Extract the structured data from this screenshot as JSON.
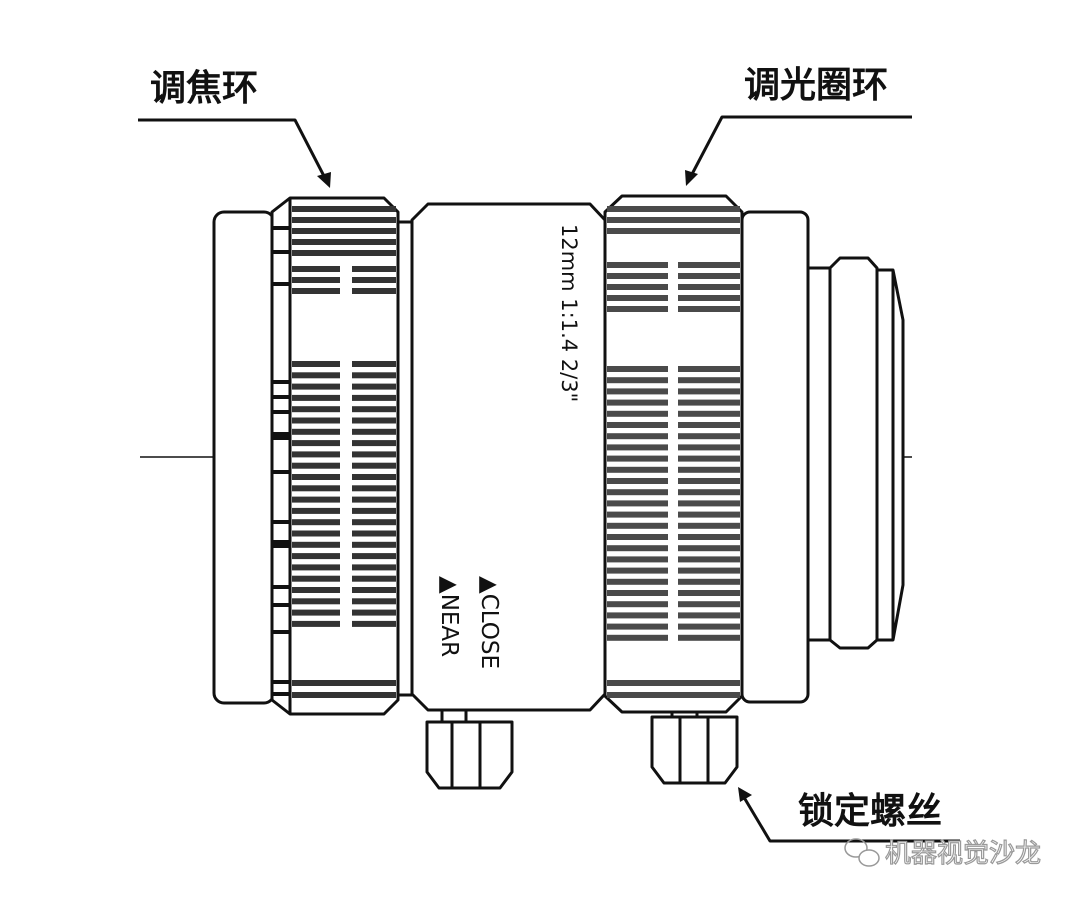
{
  "labels": {
    "focus_ring": "调焦环",
    "iris_ring": "调光圈环",
    "lock_screw": "锁定螺丝"
  },
  "lens_markings": {
    "spec": "12mm  1:1.4  2/3\"",
    "close": "▲CLOSE",
    "near": "▲NEAR"
  },
  "watermark": {
    "text": "机器视觉沙龙",
    "icon": "wechat-icon"
  },
  "colors": {
    "line": "#111111",
    "focus_rib": "#333333",
    "iris_rib": "#4a4a4a",
    "watermark": "#999999"
  }
}
